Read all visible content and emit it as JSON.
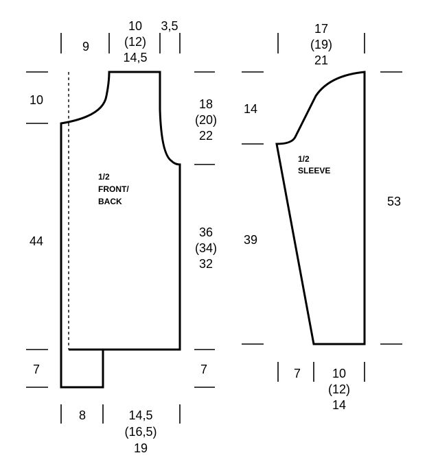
{
  "body_piece": {
    "label_line1": "1/2",
    "label_line2": "FRONT/",
    "label_line3": "BACK",
    "top": {
      "shoulder": "9",
      "neck": [
        "10",
        "(12)",
        "14,5"
      ],
      "edge": "3,5"
    },
    "left": {
      "neck_depth": "10",
      "length": "44",
      "bottom": "7"
    },
    "right": {
      "armhole": [
        "18",
        "(20)",
        "22"
      ],
      "side": [
        "36",
        "(34)",
        "32"
      ],
      "bottom": "7"
    },
    "bottom": {
      "band": "8",
      "width": [
        "14,5",
        "(16,5)",
        "19"
      ]
    }
  },
  "sleeve_piece": {
    "label_line1": "1/2",
    "label_line2": "SLEEVE",
    "top": [
      "17",
      "(19)",
      "21"
    ],
    "left": {
      "cap": "14",
      "length": "39"
    },
    "right": {
      "total": "53"
    },
    "bottom": {
      "cuff": "7",
      "width": [
        "10",
        "(12)",
        "14"
      ]
    }
  }
}
